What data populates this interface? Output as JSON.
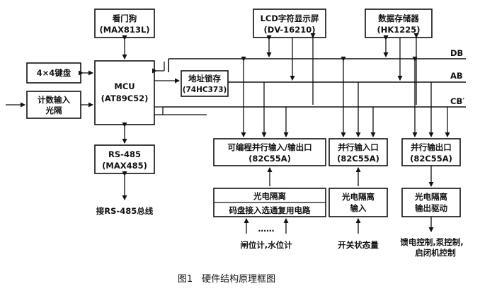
{
  "blocks": {
    "watchdog": [
      "看门狗",
      "(MAX813L)"
    ],
    "lcd": [
      "LCD字符显示屏",
      "(DV-16210)"
    ],
    "storage": [
      "数据存储器",
      "(HK1225)"
    ],
    "keypad": [
      "4×4键盘"
    ],
    "counter": [
      "计数输入",
      "光隔"
    ],
    "mcu": [
      "MCU",
      "(AT89C52)"
    ],
    "latch": [
      "地址锁存",
      "(74HC373)"
    ],
    "rs485": [
      "RS-485",
      "(MAX485)"
    ],
    "pio1": [
      "可编程并行输入/输出口",
      "(82C55A)"
    ],
    "pio2": [
      "并行输入口",
      "(82C55A)"
    ],
    "pio3": [
      "并行输出口",
      "(82C55A)"
    ],
    "opto1": "光电隔离",
    "mux": "码盘接入选通复用电路",
    "opto2": [
      "光电隔离",
      "输入"
    ],
    "opto3": [
      "光电隔离",
      "输出驱动"
    ]
  },
  "buses": {
    "db": "DB",
    "ab": "AB",
    "cb": "CB′"
  },
  "labels": {
    "rs485_bus": "接RS-485总线",
    "dots": "……",
    "gauges": "闸位计,水位计",
    "switch": "开关状态量",
    "control": [
      "馈电控制,泵控制,",
      "启闭机控制"
    ]
  },
  "caption": "图1　硬件结构原理框图"
}
